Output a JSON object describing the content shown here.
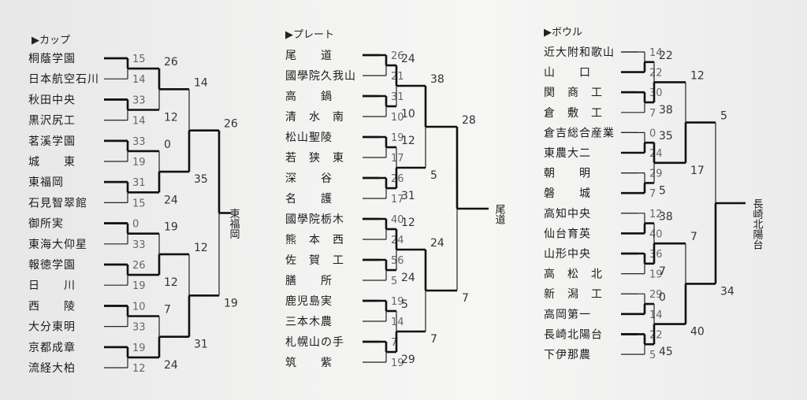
{
  "brackets": [
    {
      "title": "▶カップ",
      "teams": [
        "桐蔭学園",
        "日本航空石川",
        "秋田中央",
        "黒沢尻工",
        "茗溪学園",
        "城　　東",
        "東福岡",
        "石見智翠館",
        "御所実",
        "東海大仰星",
        "報徳学園",
        "日　　川",
        "西　　陵",
        "大分東明",
        "京都成章",
        "流経大柏"
      ],
      "r1_scores": [
        "15",
        "14",
        "33",
        "14",
        "33",
        "19",
        "31",
        "15",
        "0",
        "33",
        "26",
        "19",
        "10",
        "33",
        "19",
        "12"
      ],
      "r2_scores": [
        "26",
        "12",
        "0",
        "24",
        "19",
        "12",
        "7",
        "24"
      ],
      "r3_scores": [
        "14",
        "35",
        "12",
        "31"
      ],
      "r4_scores": [
        "26",
        "19"
      ],
      "champion": "東福岡"
    },
    {
      "title": "▶プレート",
      "teams": [
        "尾　　道",
        "國學院久我山",
        "高　　鍋",
        "清　水　南",
        "松山聖陵",
        "若　狭　東",
        "深　　谷",
        "名　　護",
        "國學院栃木",
        "熊　本　西",
        "佐　賀　工",
        "膳　　所",
        "鹿児島実",
        "三本木農",
        "札幌山の手",
        "筑　　紫"
      ],
      "r1_scores": [
        "26",
        "21",
        "31",
        "10",
        "19",
        "17",
        "26",
        "17",
        "40",
        "24",
        "56",
        "5",
        "19",
        "14",
        "7",
        "19"
      ],
      "r2_scores": [
        "24",
        "10",
        "12",
        "31",
        "12",
        "24",
        "5",
        "29"
      ],
      "r3_scores": [
        "38",
        "5",
        "24",
        "7"
      ],
      "r4_scores": [
        "28",
        "7"
      ],
      "champion": "尾道"
    },
    {
      "title": "▶ボウル",
      "teams": [
        "近大附和歌山",
        "山　　口",
        "関　商　工",
        "倉　敷　工",
        "倉吉総合産業",
        "東農大二",
        "朝　　明",
        "磐　　城",
        "高知中央",
        "仙台育英",
        "山形中央",
        "高　松　北",
        "新　潟　工",
        "高岡第一",
        "長崎北陽台",
        "下伊那農"
      ],
      "r1_scores": [
        "14",
        "22",
        "30",
        "7",
        "0",
        "24",
        "29",
        "7",
        "12",
        "40",
        "36",
        "19",
        "29",
        "14",
        "22",
        "5"
      ],
      "r2_scores": [
        "22",
        "38",
        "35",
        "5",
        "38",
        "7",
        "0",
        "45"
      ],
      "r3_scores": [
        "12",
        "17",
        "7",
        "40"
      ],
      "r4_scores": [
        "5",
        "34"
      ],
      "champion": "長崎北陽台"
    }
  ]
}
